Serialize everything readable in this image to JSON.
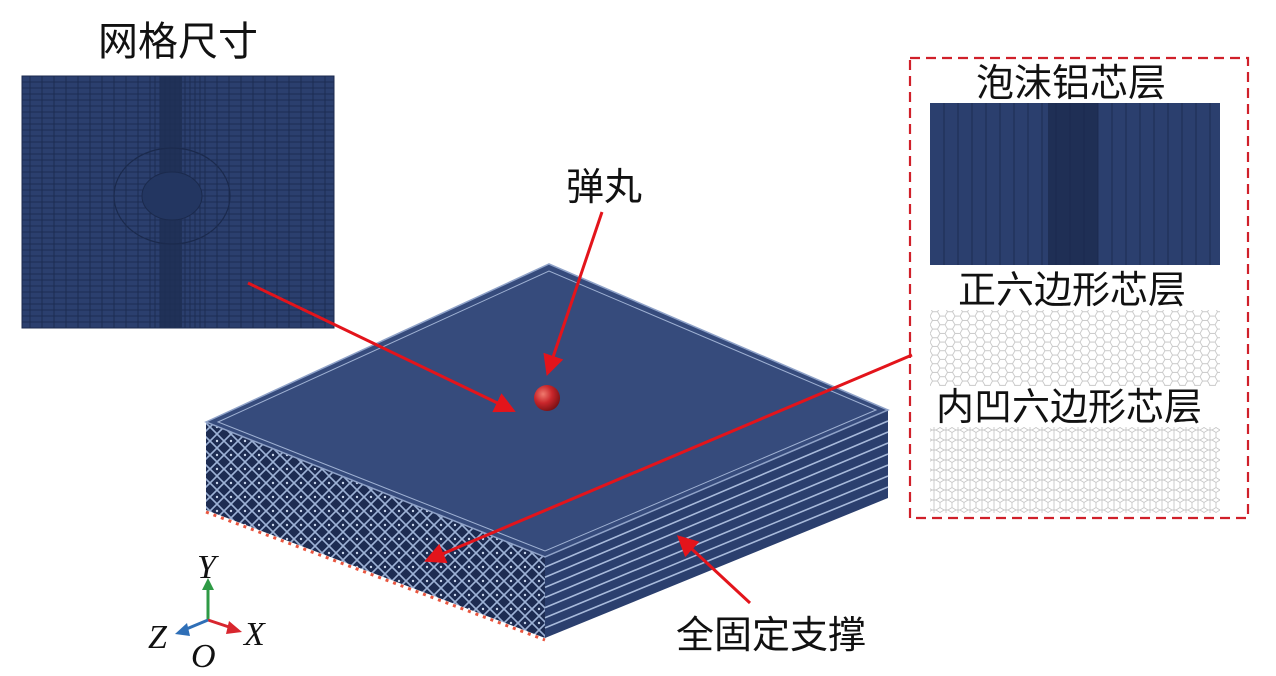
{
  "labels": {
    "mesh_size": "网格尺寸",
    "projectile": "弹丸",
    "foam_core": "泡沫铝芯层",
    "hexagonal_core": "正六边形芯层",
    "reentrant_core": "内凹六边形芯层",
    "fixed_support": "全固定支撑"
  },
  "axes": {
    "y": "Y",
    "x": "X",
    "z": "Z",
    "origin": "O"
  },
  "colors": {
    "panel": "#2b3f6e",
    "panel_dark": "#1f2f55",
    "arrow": "#e3141b",
    "projectile": "#c9262b",
    "axis_y": "#2e9a45",
    "axis_x": "#d8262e",
    "axis_z": "#2f6fb7",
    "dashed_box": "#d0202a"
  }
}
